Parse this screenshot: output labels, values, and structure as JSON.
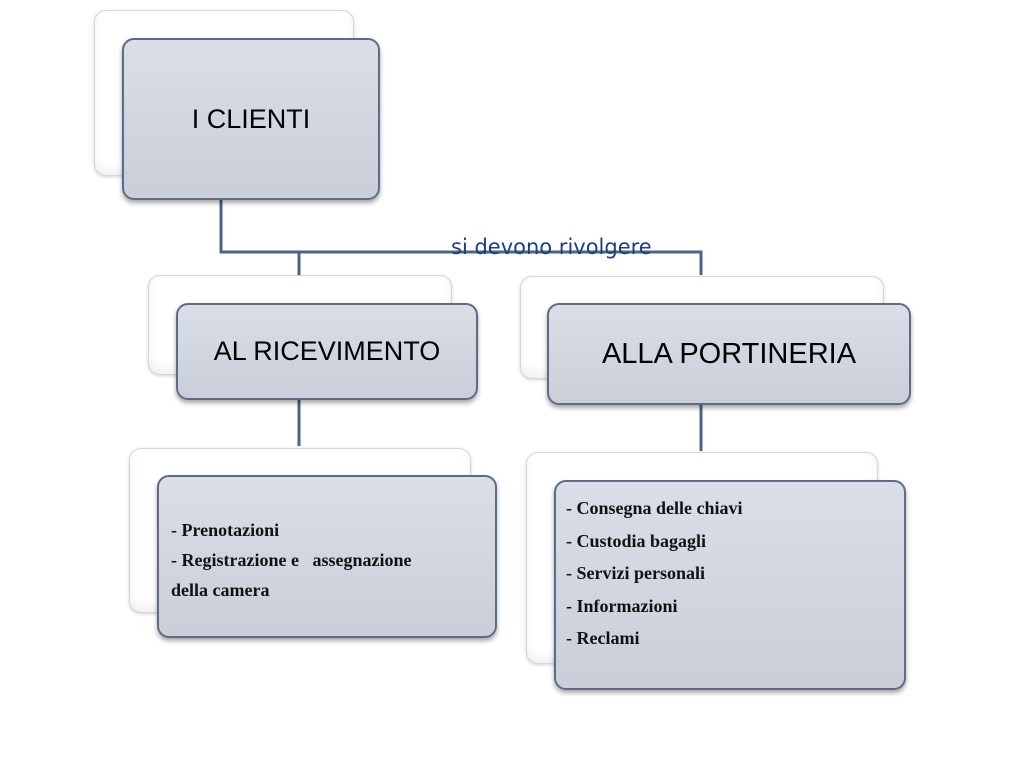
{
  "diagram": {
    "root": {
      "label": "I CLIENTI"
    },
    "connector_label": "si devono rivolgere",
    "branches": [
      {
        "label": "AL RICEVIMENTO",
        "items": [
          "- Prenotazioni",
          "- Registrazione e   assegnazione",
          "della camera"
        ]
      },
      {
        "label": "ALLA PORTINERIA",
        "items": [
          "- Consegna delle chiavi",
          "- Custodia bagagli",
          "- Servizi personali",
          "- Informazioni",
          "- Reclami"
        ]
      }
    ]
  },
  "colors": {
    "box_fill": "#cfd4de",
    "box_border": "#5d6c84",
    "connector": "#4b6488",
    "caption_text": "#1f3f7a"
  }
}
